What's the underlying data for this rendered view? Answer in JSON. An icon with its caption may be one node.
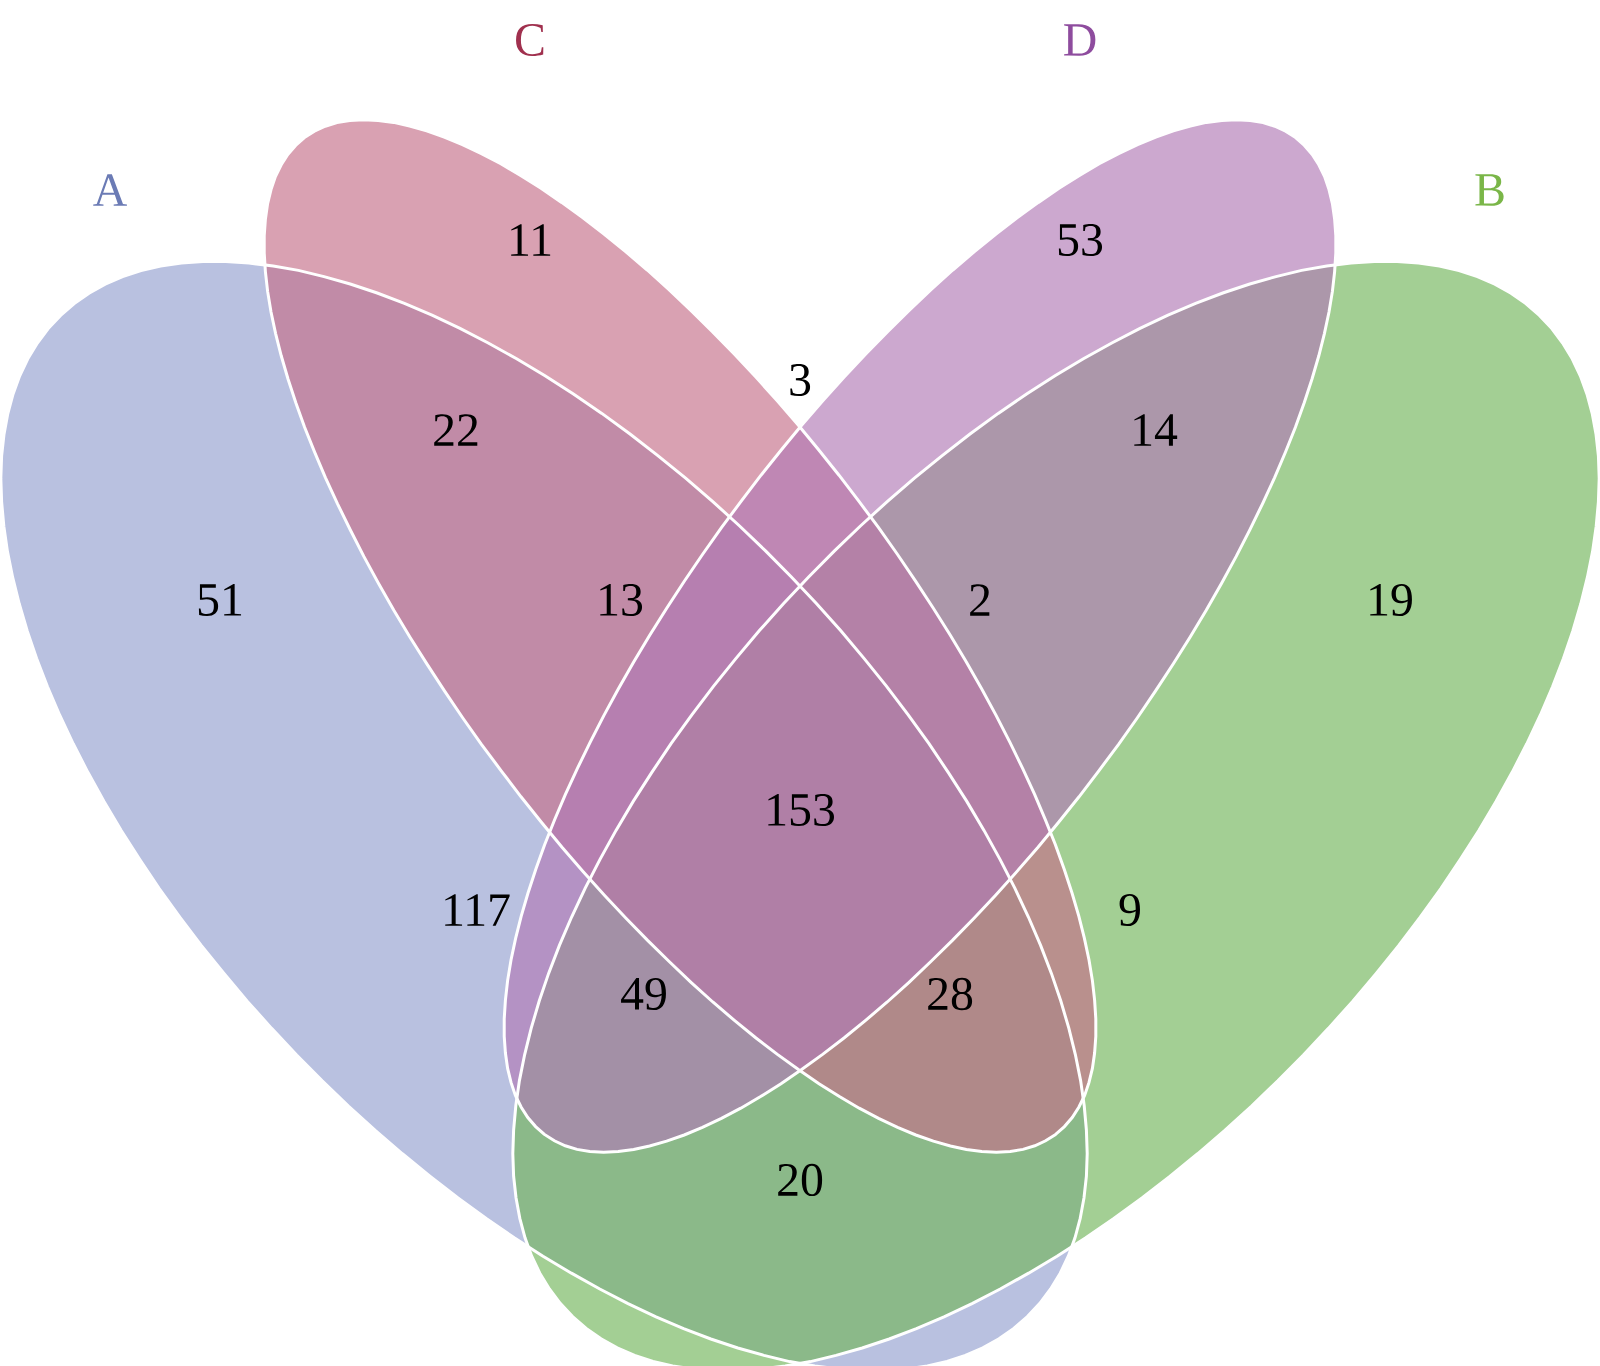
{
  "diagram": {
    "nodes": [
      {
        "text": [
          "C"
        ]
      },
      {
        "text": [
          "D"
        ]
      },
      {
        "text": [
          "A"
        ]
      },
      {
        "text": [
          "B"
        ]
      }
    ],
    "labels": [
      "11",
      "53",
      "22",
      "3",
      "14",
      "51",
      "13",
      "2",
      "19",
      "153",
      "117",
      "9",
      "49",
      "28",
      "20"
    ]
  }
}
